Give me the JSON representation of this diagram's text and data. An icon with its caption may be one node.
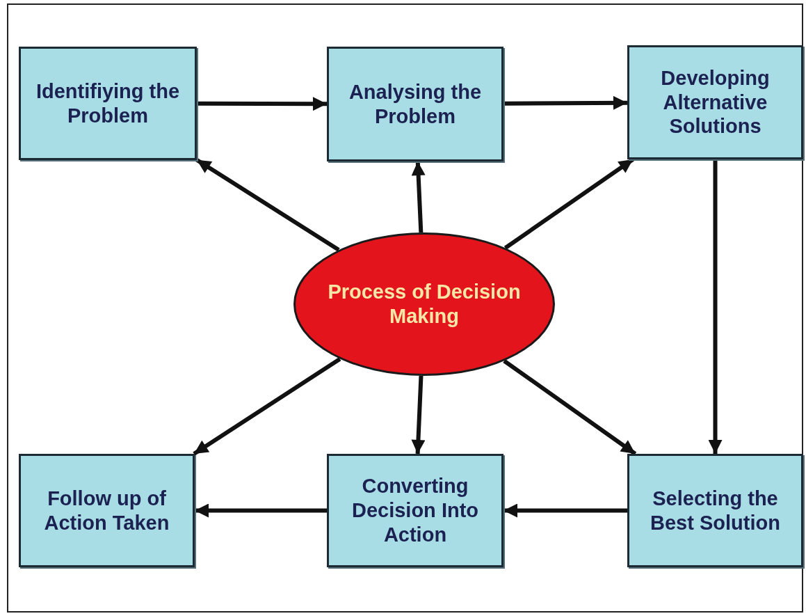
{
  "diagram": {
    "nodes": [
      {
        "text": [
          "Identifiying the Problem"
        ]
      },
      {
        "text": [
          "Analysing the Problem"
        ]
      },
      {
        "text": [
          "Developing Alternative Solutions"
        ]
      },
      {
        "text": [
          "Process of Decision Making"
        ]
      },
      {
        "text": [
          "Follow up of Action Taken"
        ]
      },
      {
        "text": [
          "Converting Decision Into Action"
        ]
      },
      {
        "text": [
          "Selecting the Best Solution"
        ]
      }
    ],
    "edges": [
      {
        "from": 0,
        "to": 1,
        "arrow": "to"
      },
      {
        "from": 1,
        "to": 2,
        "arrow": "to"
      },
      {
        "from": 2,
        "to": 6,
        "arrow": "to"
      },
      {
        "from": 6,
        "to": 5,
        "arrow": "to"
      },
      {
        "from": 5,
        "to": 4,
        "arrow": "to"
      },
      {
        "from": 3,
        "to": 0,
        "arrow": "to"
      },
      {
        "from": 3,
        "to": 1,
        "arrow": "to"
      },
      {
        "from": 3,
        "to": 2,
        "arrow": "to"
      },
      {
        "from": 3,
        "to": 4,
        "arrow": "to"
      },
      {
        "from": 3,
        "to": 5,
        "arrow": "to"
      },
      {
        "from": 3,
        "to": 6,
        "arrow": "to"
      }
    ]
  }
}
